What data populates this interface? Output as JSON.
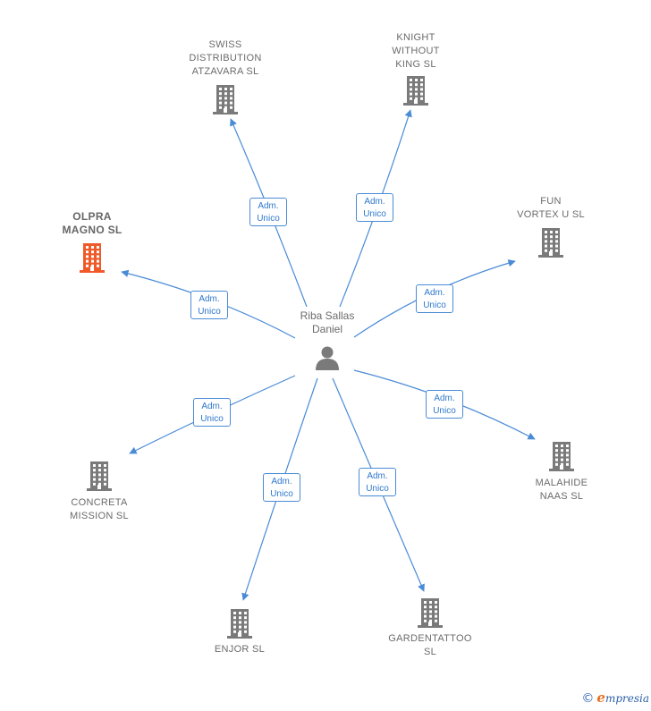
{
  "center": {
    "name": "Riba Sallas\nDaniel"
  },
  "edge_label": "Adm.\nUnico",
  "colors": {
    "edge": "#4a8bd6",
    "building": "#7a7a7a",
    "highlight": "#f05a28",
    "person": "#7a7a7a"
  },
  "companies": [
    {
      "id": "swiss",
      "name": "SWISS\nDISTRIBUTION\nATZAVARA  SL",
      "role": "Adm.\nUnico",
      "highlight": false
    },
    {
      "id": "knight",
      "name": "KNIGHT\nWITHOUT\nKING  SL",
      "role": "Adm.\nUnico",
      "highlight": false
    },
    {
      "id": "fun",
      "name": "FUN\nVORTEX U SL",
      "role": "Adm.\nUnico",
      "highlight": false
    },
    {
      "id": "olpra",
      "name": "OLPRA\nMAGNO  SL",
      "role": "Adm.\nUnico",
      "highlight": true
    },
    {
      "id": "malahide",
      "name": "MALAHIDE\nNAAS  SL",
      "role": "Adm.\nUnico",
      "highlight": false
    },
    {
      "id": "concreta",
      "name": "CONCRETA\nMISSION  SL",
      "role": "Adm.\nUnico",
      "highlight": false
    },
    {
      "id": "enjor",
      "name": "ENJOR SL",
      "role": "Adm.\nUnico",
      "highlight": false
    },
    {
      "id": "gardentattoo",
      "name": "GARDENTATTOO\nSL",
      "role": "Adm.\nUnico",
      "highlight": false
    }
  ],
  "footer": {
    "copyright": "©",
    "brand_initial": "e",
    "brand_rest": "mpresia"
  }
}
